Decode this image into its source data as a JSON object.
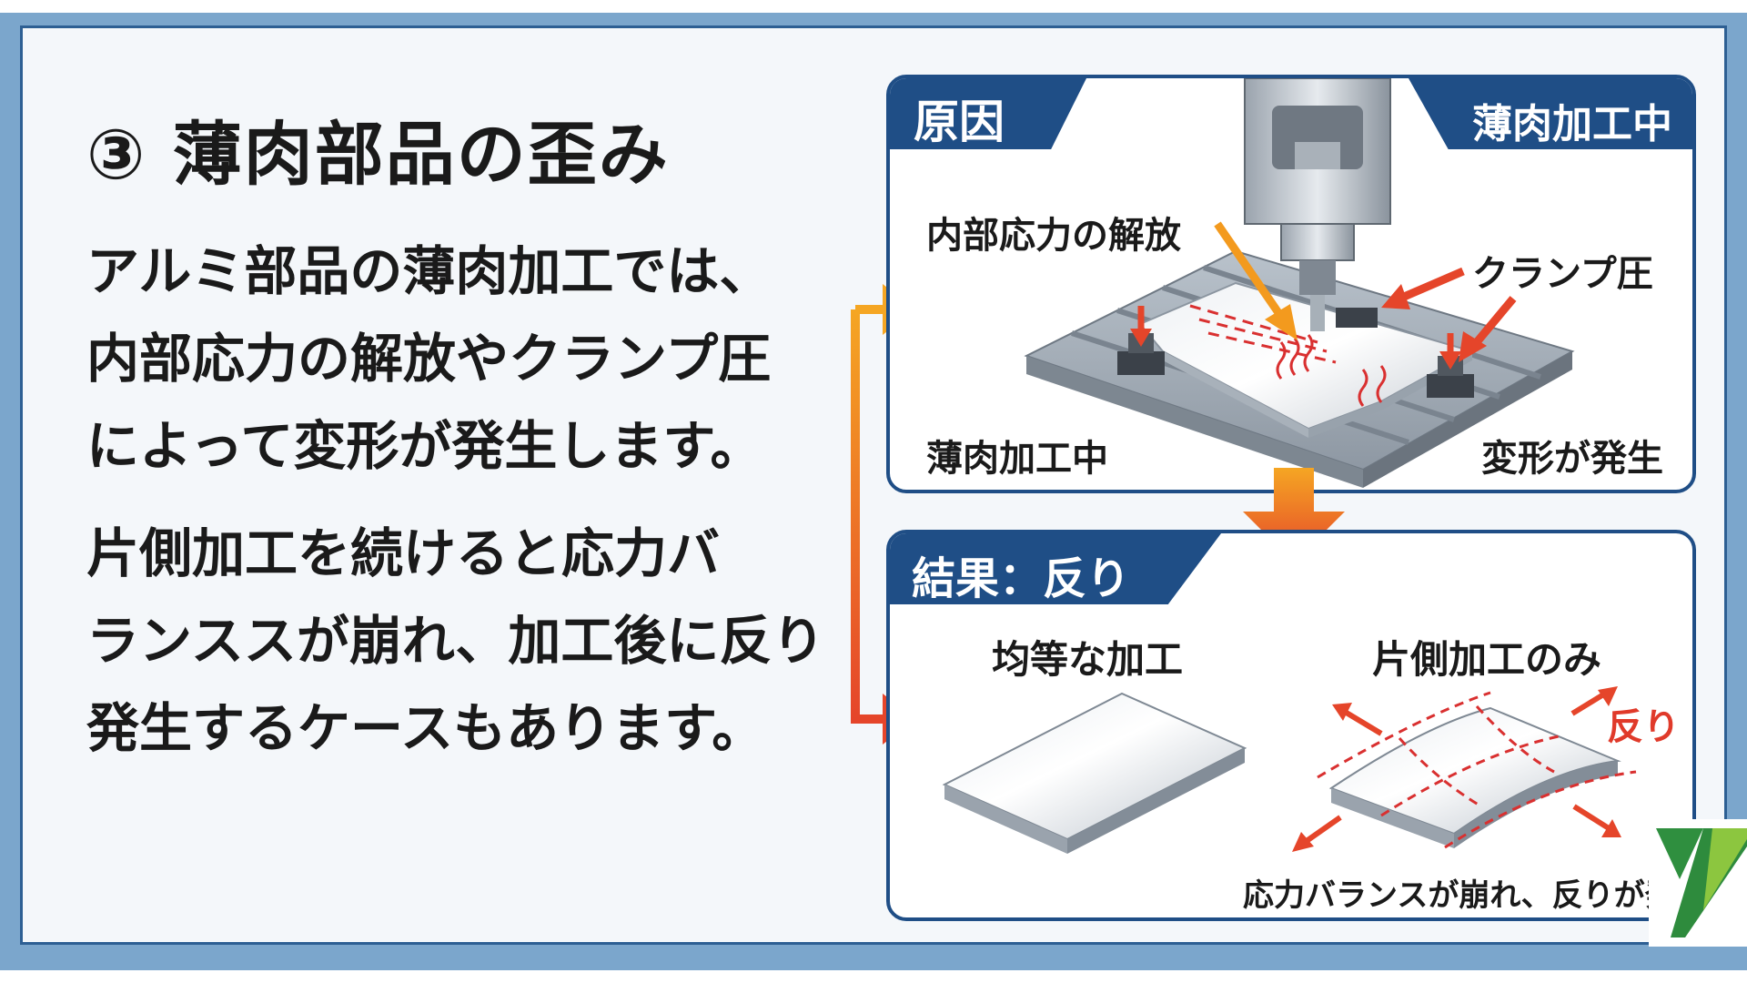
{
  "title": "③ 薄肉部品の歪み",
  "paragraphs": [
    "アルミ部品の薄肉加工では、\n内部応力の解放やクランプ圧\nによって変形が発生します。",
    "片側加工を続けると応力バ\nランススが崩れ、加工後に反り\n発生するケースもあります。"
  ],
  "cause_panel": {
    "tab": "原因",
    "corner_tab": "薄肉加工中",
    "labels": {
      "stress_release": "内部応力の解放",
      "clamp_pressure": "クランプ圧",
      "during_machining": "薄肉加工中",
      "deformation": "変形が発生"
    }
  },
  "result_panel": {
    "tab": "結果：反り",
    "uniform": "均等な加工",
    "one_side": "片側加工のみ",
    "warp": "反り",
    "caption": "応力バランスが崩れ、反りが発"
  },
  "colors": {
    "frame": "#7ba6cc",
    "navy": "#1f4e86",
    "arrow_orange": "#f39a1e",
    "arrow_red": "#e5452a",
    "dash_red": "#d93030"
  }
}
